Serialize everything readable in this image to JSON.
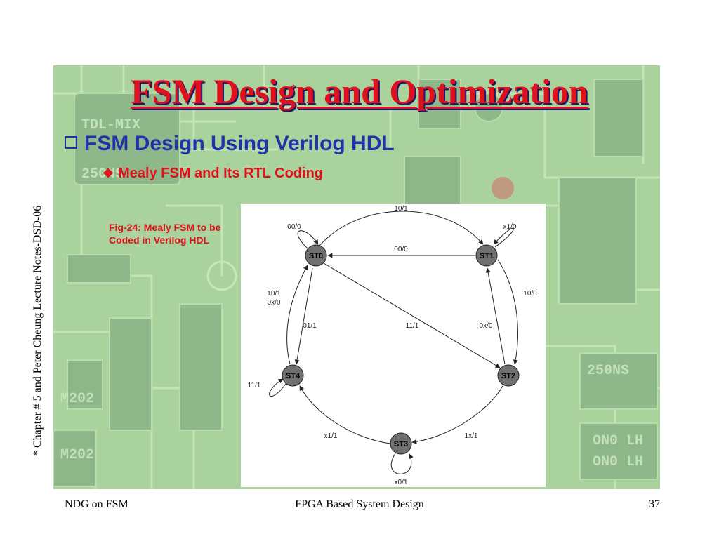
{
  "slide": {
    "title": "FSM Design and Optimization",
    "bullet1": "FSM Design Using Verilog HDL",
    "bullet2": "Mealy FSM and Its RTL Coding",
    "caption": "Fig-24: Mealy FSM to be Coded in Verilog HDL",
    "sidenote": "* Chapter # 5 and Peter Cheung Lecture Notes-DSD-06",
    "footer": {
      "left": "NDG on FSM",
      "center": "FPGA Based System Design",
      "right": "37"
    }
  },
  "background": {
    "colors": {
      "board": "#a9d29c",
      "trace": "#c8e6bd",
      "chip": "#8fb88a"
    },
    "chip_labels": [
      "TDL-MIX",
      "250NS",
      "250NS",
      "M202",
      "M202",
      "ON0 LH",
      "ON0 LH"
    ]
  },
  "diagram": {
    "states": [
      {
        "id": "ST0",
        "label": "ST0"
      },
      {
        "id": "ST1",
        "label": "ST1"
      },
      {
        "id": "ST2",
        "label": "ST2"
      },
      {
        "id": "ST3",
        "label": "ST3"
      },
      {
        "id": "ST4",
        "label": "ST4"
      }
    ],
    "transitions": [
      {
        "from": "ST0",
        "to": "ST0",
        "label": "00/0"
      },
      {
        "from": "ST0",
        "to": "ST1",
        "label": "10/1"
      },
      {
        "from": "ST1",
        "to": "ST0",
        "label": "00/0"
      },
      {
        "from": "ST1",
        "to": "ST1",
        "label": "x1/0"
      },
      {
        "from": "ST1",
        "to": "ST2",
        "label": "10/0"
      },
      {
        "from": "ST2",
        "to": "ST1",
        "label": "0x/0"
      },
      {
        "from": "ST0",
        "to": "ST2",
        "label": "11/1"
      },
      {
        "from": "ST4",
        "to": "ST0",
        "label": "10/1\n0x/0"
      },
      {
        "from": "ST0",
        "to": "ST4",
        "label": "01/1"
      },
      {
        "from": "ST4",
        "to": "ST4",
        "label": "11/1"
      },
      {
        "from": "ST2",
        "to": "ST3",
        "label": "1x/1"
      },
      {
        "from": "ST3",
        "to": "ST4",
        "label": "x1/1"
      },
      {
        "from": "ST3",
        "to": "ST3",
        "label": "x0/1"
      }
    ],
    "colors": {
      "node": "#707070",
      "edge": "#222222"
    }
  }
}
